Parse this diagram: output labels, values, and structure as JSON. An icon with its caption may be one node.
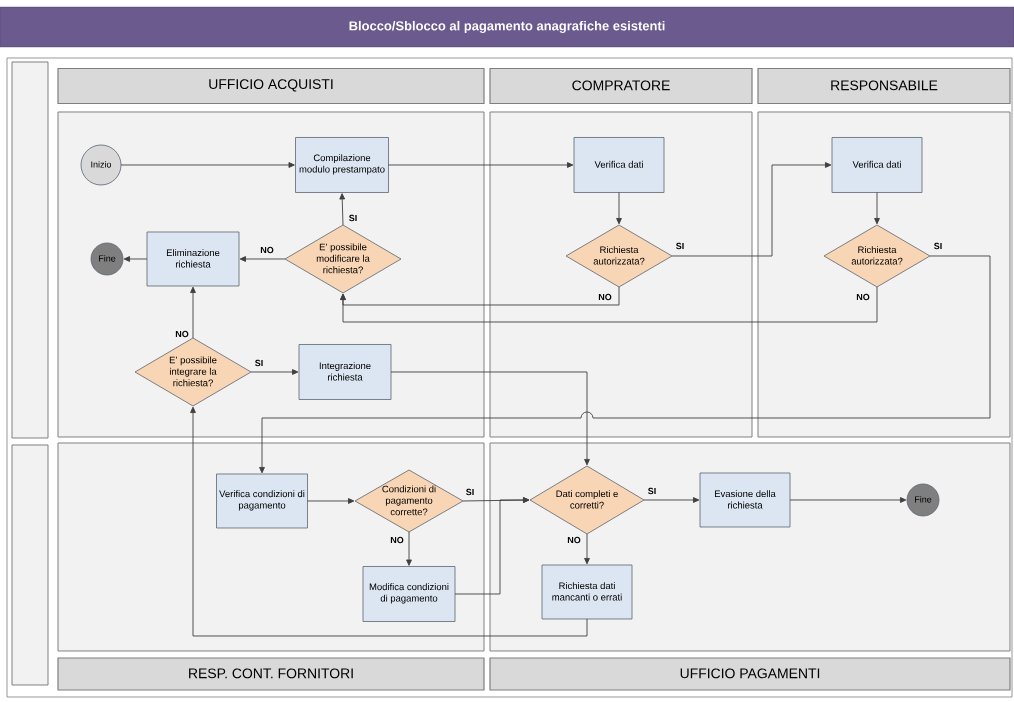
{
  "diagram": {
    "title": "Blocco/Sblocco al pagamento anagrafiche esistenti",
    "nodes": [
      {
        "text": [
          "UFFICIO ACQUISTI"
        ]
      },
      {
        "text": [
          "COMPRATORE"
        ]
      },
      {
        "text": [
          "RESPONSABILE"
        ]
      },
      {
        "text": [],
        "shape": "box"
      },
      {
        "text": [],
        "shape": "box"
      },
      {
        "text": [
          "Inizio"
        ]
      },
      {
        "text": [
          "Compilazione modulo prestampato"
        ]
      },
      {
        "text": [
          "Verifica dati"
        ]
      },
      {
        "text": [
          "Verifica dati"
        ]
      },
      {
        "text": [
          "Richiesta autorizzata?"
        ]
      },
      {
        "text": [
          "Richiesta autorizzata?"
        ]
      },
      {
        "text": [
          "Eliminazione richiesta"
        ]
      },
      {
        "text": [
          "Fine"
        ]
      },
      {
        "text": [
          "E’ possibile modificare la richiesta?"
        ]
      },
      {
        "text": [
          "E’ possibile integrare la richiesta?"
        ]
      },
      {
        "text": [
          "Integrazione richiesta"
        ]
      },
      {
        "text": [
          "Verifica condizioni di pagamento"
        ]
      },
      {
        "text": [
          "Condizioni di pagamento corrette?"
        ]
      },
      {
        "text": [
          "Modifica condizioni di pagamento"
        ]
      },
      {
        "text": [
          "Dati completi e corretti?"
        ]
      },
      {
        "text": [
          "Evasione della richiesta"
        ]
      },
      {
        "text": [
          "Fine"
        ]
      },
      {
        "text": [
          "Richiesta dati mancanti o errati"
        ]
      },
      {
        "text": [
          "RESP. CONT. FORNITORI"
        ]
      },
      {
        "text": [
          "UFFICIO PAGAMENTI"
        ]
      }
    ],
    "edges": [
      {
        "from": 5,
        "to": 6,
        "arrow": "to"
      },
      {
        "from": 6,
        "to": 7,
        "arrow": "to"
      },
      {
        "from": 7,
        "to": 9,
        "arrow": "to"
      },
      {
        "from": 9,
        "to": 8,
        "arrow": "to",
        "label": "SI"
      },
      {
        "from": 9,
        "to": 13,
        "arrow": "to",
        "label": "NO"
      },
      {
        "from": 10,
        "to": 13,
        "arrow": "to",
        "label": "NO"
      },
      {
        "from": 10,
        "to": 16,
        "arrow": "to",
        "label": "SI"
      },
      {
        "from": 13,
        "to": 6,
        "arrow": "to",
        "label": "SI"
      },
      {
        "from": 13,
        "to": 11,
        "arrow": "to",
        "label": "NO"
      },
      {
        "from": 11,
        "to": 12,
        "arrow": "to"
      },
      {
        "from": 14,
        "to": 11,
        "arrow": "to",
        "label": "NO"
      },
      {
        "from": 14,
        "to": 15,
        "arrow": "to",
        "label": "SI"
      },
      {
        "from": 15,
        "to": 19,
        "arrow": "to"
      },
      {
        "from": 16,
        "to": 17,
        "arrow": "to"
      },
      {
        "from": 17,
        "to": 19,
        "arrow": "to",
        "label": "SI"
      },
      {
        "from": 17,
        "to": 18,
        "arrow": "to",
        "label": "NO"
      },
      {
        "from": 18,
        "to": 19,
        "arrow": "to"
      },
      {
        "from": 19,
        "to": 20,
        "arrow": "to",
        "label": "SI"
      },
      {
        "from": 20,
        "to": 21,
        "arrow": "to"
      },
      {
        "from": 19,
        "to": 22,
        "arrow": "to",
        "label": "NO"
      },
      {
        "from": 22,
        "to": 14,
        "arrow": "to"
      },
      {
        "from": 8,
        "to": 10,
        "arrow": "to"
      }
    ]
  }
}
